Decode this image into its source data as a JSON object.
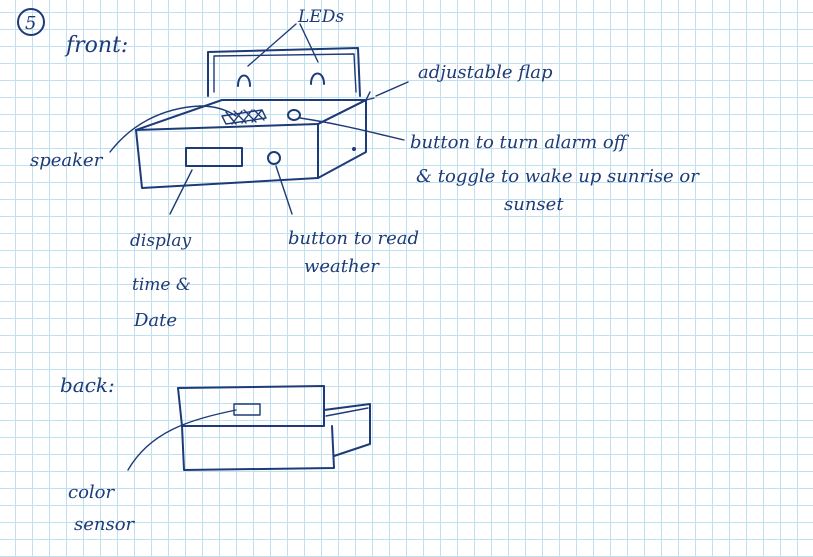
{
  "colors": {
    "ink": "#1d3b78",
    "grid": "#bfe0ee"
  },
  "step_number": "5",
  "front": {
    "heading": "front:",
    "labels": {
      "leds": "LEDs",
      "flap": "adjustable flap",
      "speaker": "speaker",
      "alarm_line1": "button to turn alarm off",
      "alarm_line2": "& toggle to wake up sunrise or",
      "alarm_line3": "sunset",
      "display_line1": "display",
      "display_line2": "time &",
      "display_line3": "Date",
      "weather_line1": "button to read",
      "weather_line2": "weather"
    }
  },
  "back": {
    "heading": "back:",
    "labels": {
      "sensor_line1": "color",
      "sensor_line2": "sensor"
    }
  }
}
